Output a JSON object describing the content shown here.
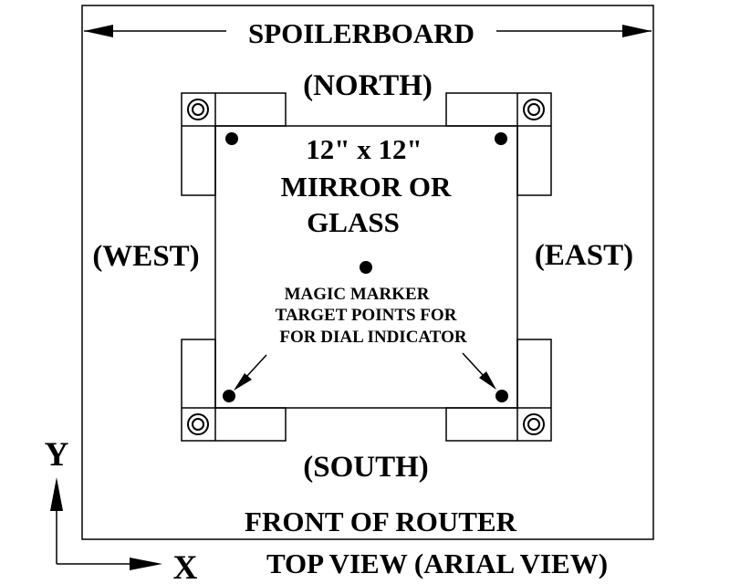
{
  "spoilerboard_label": "SPOILERBOARD",
  "north_label": "(NORTH)",
  "south_label": "(SOUTH)",
  "west_label": "(WEST)",
  "east_label": "(EAST)",
  "glass_label": {
    "line1": "12\" x 12\"",
    "line2": "MIRROR OR",
    "line3": "GLASS"
  },
  "marker_note": {
    "line1": "MAGIC MARKER",
    "line2": "TARGET POINTS FOR",
    "line3": "FOR DIAL INDICATOR"
  },
  "front_label": "FRONT OF ROUTER",
  "view_label": "TOP VIEW (ARIAL VIEW)",
  "axis": {
    "y_label": "Y",
    "x_label": "X"
  },
  "colors": {
    "ink": "#000000",
    "background": "#ffffff"
  }
}
